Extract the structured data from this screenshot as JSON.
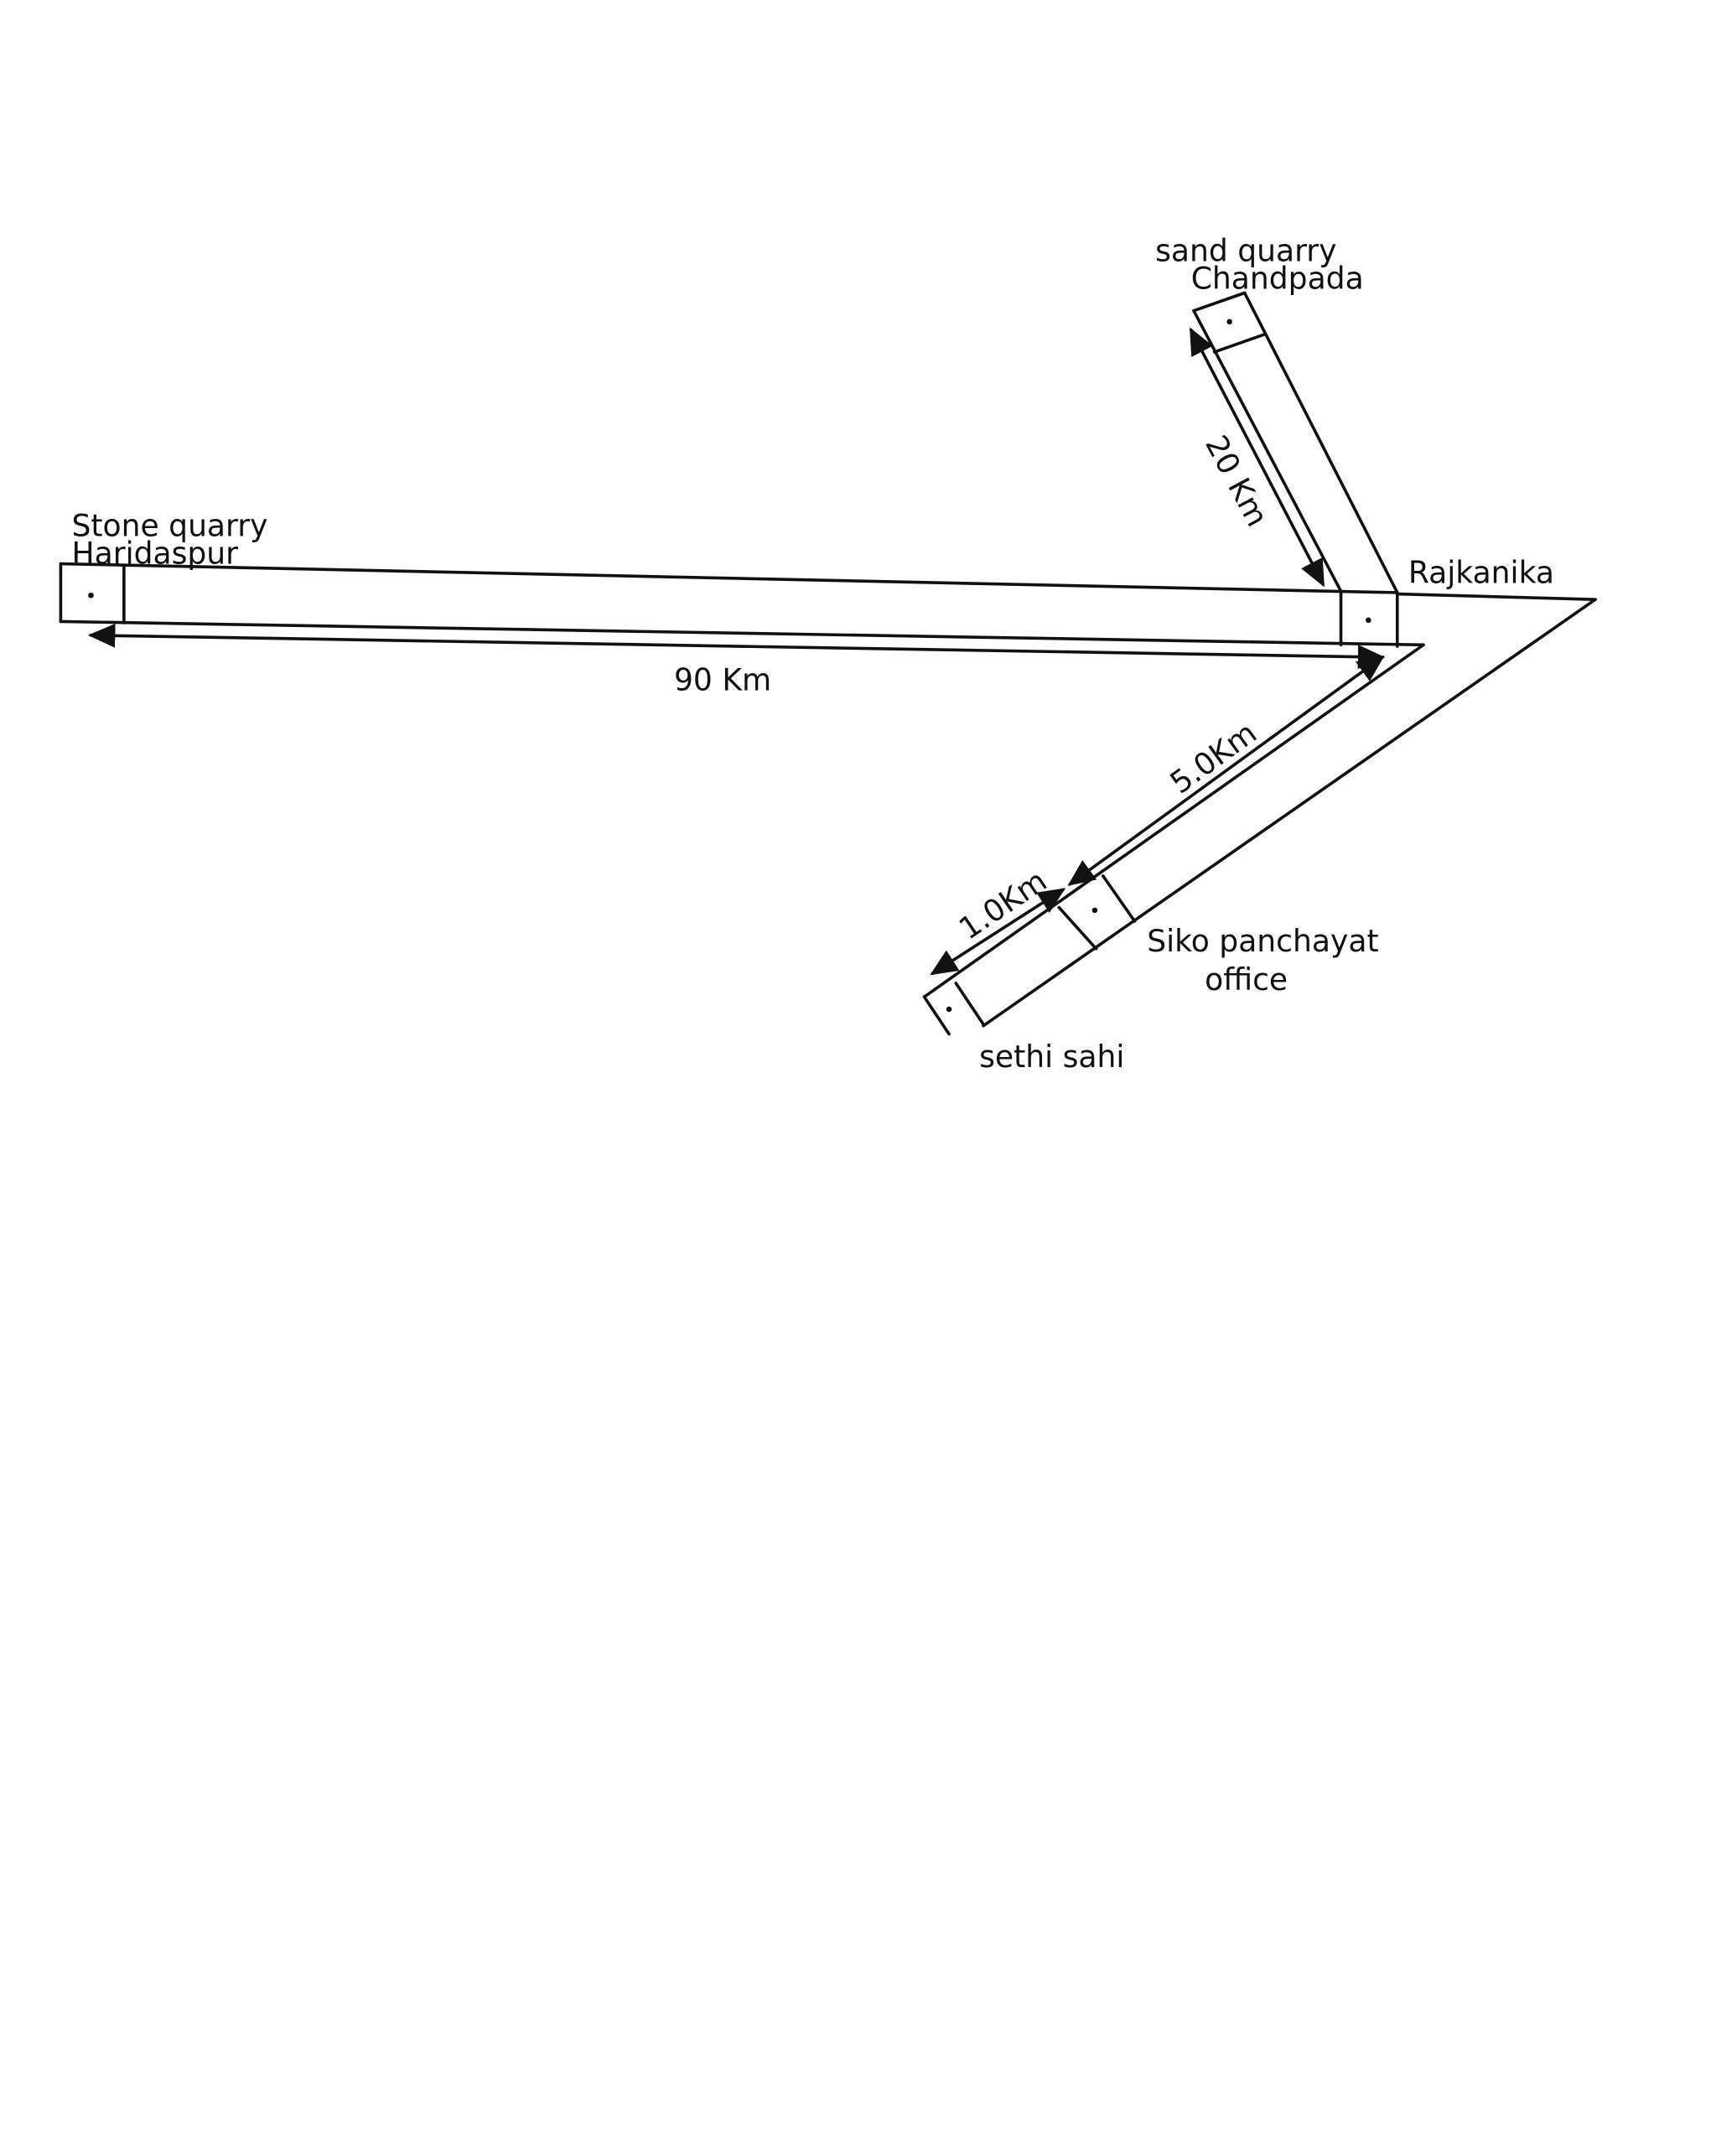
{
  "labels": {
    "stone_quarry": [
      "Stone quarry",
      "Haridaspur"
    ],
    "sand_quarry": [
      "sand quarry",
      "Chandpada"
    ],
    "rajkanika": "Rajkanika",
    "siko_office": [
      "Siko panchayat",
      "office"
    ],
    "sethi_sahi": "sethi sahi"
  },
  "distances": {
    "stone_to_rajkanika": "90 Km",
    "sand_to_rajkanika": "20 Km",
    "rajkanika_to_siko": "5.0Km",
    "siko_to_sethi": "1.0Km"
  },
  "colors": {
    "ink": "#111111",
    "paper": "#fefefe"
  }
}
